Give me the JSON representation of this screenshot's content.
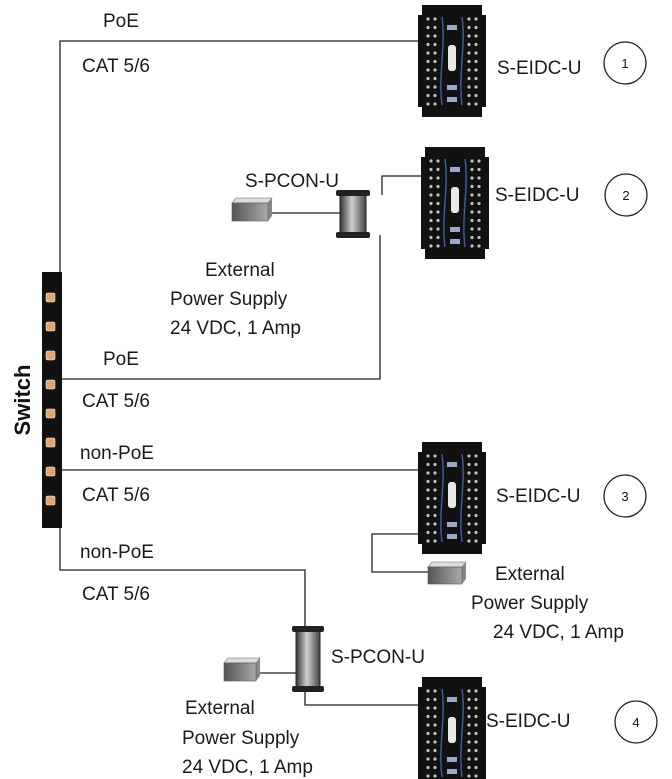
{
  "switch": {
    "label": "Switch",
    "port_count": 8
  },
  "cables": {
    "top_label": "PoE",
    "top_type": "CAT 5/6",
    "second_label": "PoE",
    "second_type": "CAT 5/6",
    "third_label": "non-PoE",
    "third_type": "CAT 5/6",
    "fourth_label": "non-PoE",
    "fourth_type": "CAT 5/6"
  },
  "controllers": [
    {
      "label": "S-EIDC-U",
      "number": "1"
    },
    {
      "label": "S-EIDC-U",
      "number": "2"
    },
    {
      "label": "S-EIDC-U",
      "number": "3"
    },
    {
      "label": "S-EIDC-U",
      "number": "4"
    }
  ],
  "injectors": [
    {
      "label": "S-PCON-U"
    },
    {
      "label": "S-PCON-U"
    }
  ],
  "power_supplies": [
    {
      "line1": "External",
      "line2": "Power Supply",
      "line3": "24 VDC, 1 Amp"
    },
    {
      "line1": "External",
      "line2": "Power Supply",
      "line3": "24 VDC, 1 Amp"
    },
    {
      "line1": "External",
      "line2": "Power Supply",
      "line3": "24 VDC, 1 Amp"
    }
  ],
  "colors": {
    "device": "#111111",
    "accent": "#3a5fa8",
    "port": "#e0a66a"
  }
}
